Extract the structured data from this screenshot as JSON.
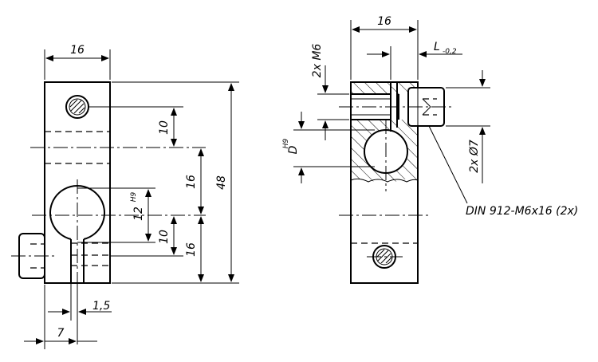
{
  "left_view": {
    "width": "16",
    "height_total": "48",
    "upper_spacing": "16",
    "lower_spacing": "16",
    "hole_top_spacing": "10",
    "hole_bottom_spacing": "10",
    "bore": "12",
    "bore_tol": "H9",
    "slot": "1,5",
    "offset": "7"
  },
  "right_view": {
    "width": "16",
    "length_label": "L",
    "length_tol": "-0,2",
    "thread": "2x M6",
    "bore": "D",
    "bore_tol": "H9",
    "counterbore": "2x Ø7",
    "screw_callout": "DIN 912-M6x16 (2x)"
  }
}
